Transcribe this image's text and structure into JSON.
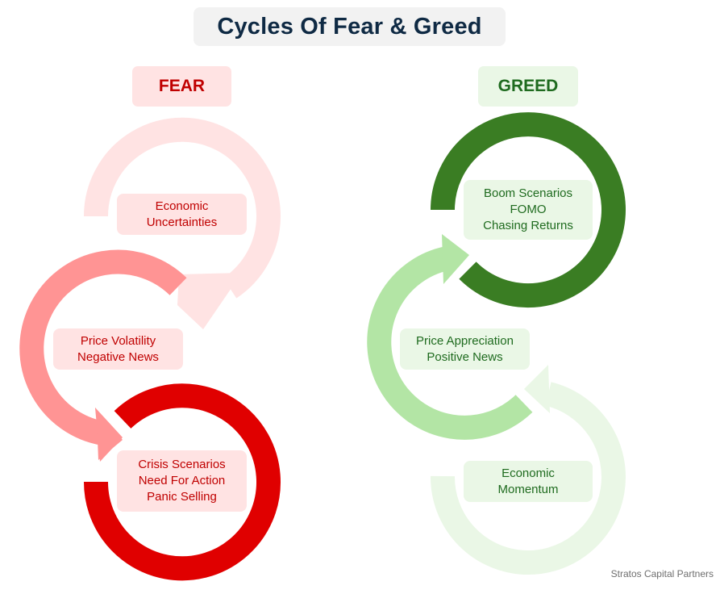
{
  "title": "Cycles Of Fear & Greed",
  "fear": {
    "heading": "FEAR",
    "colors": {
      "light": "#FFE3E3",
      "medium": "#FF9494",
      "strong": "#E00000",
      "text": "#C00000"
    },
    "stages": [
      {
        "lines": [
          "Economic",
          "Uncertainties"
        ]
      },
      {
        "lines": [
          "Price Volatility",
          "Negative News"
        ]
      },
      {
        "lines": [
          "Crisis Scenarios",
          "Need For Action",
          "Panic Selling"
        ]
      }
    ]
  },
  "greed": {
    "heading": "GREED",
    "colors": {
      "light": "#EAF7E6",
      "medium": "#B3E5A5",
      "strong": "#3A7D23",
      "text": "#1F6B1F"
    },
    "stages": [
      {
        "lines": [
          "Boom Scenarios",
          "FOMO",
          "Chasing Returns"
        ]
      },
      {
        "lines": [
          "Price Appreciation",
          "Positive News"
        ]
      },
      {
        "lines": [
          "Economic",
          "Momentum"
        ]
      }
    ]
  },
  "footer": "Stratos Capital Partners"
}
